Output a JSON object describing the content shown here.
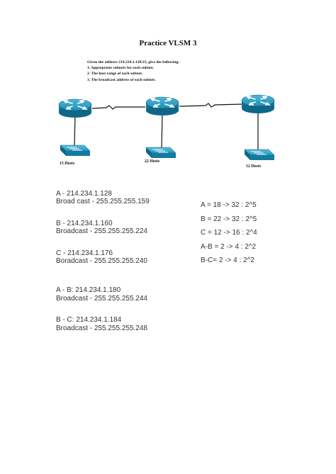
{
  "title": "Practice VLSM 3",
  "instructions": {
    "lines": [
      "Given the address 214.234.1.128/25, give the following:",
      "1. Appropriate subnets for each subnet.",
      "2. The host range of each subnet.",
      "3. The broadcast address of each subnet."
    ]
  },
  "diagram": {
    "hosts": [
      "15 Hosts",
      "22 Hosts",
      "12 Hosts"
    ],
    "colors": {
      "device": "#1f8fb5",
      "device_dark": "#0e6787",
      "link": "#111111"
    },
    "icons": [
      "router-icon",
      "switch-icon"
    ]
  },
  "answers": [
    {
      "subnet": "A - 214.234.1.128",
      "broadcast": "Broad cast - 255.255.255.159"
    },
    {
      "subnet": "B - 214.234.1.160",
      "broadcast": "Broadcast - 255.255.255.224"
    },
    {
      "subnet": "C - 214.234.1.176",
      "broadcast": "Boradcast - 255.255.255.240"
    },
    {
      "subnet": "A - B: 214.234.1.180",
      "broadcast": "Broadcast - 255.255.255.244"
    },
    {
      "subnet": "B - C: 214.234.1.184",
      "broadcast": "Broadcast - 255.255.255.248"
    }
  ],
  "calculations": [
    "A = 18 -> 32 : 2^5",
    "B = 22 -> 32 : 2^5",
    "C = 12 -> 16 : 2^4",
    "A-B = 2 -> 4 : 2^2",
    "B-C= 2 -> 4 : 2^2"
  ]
}
